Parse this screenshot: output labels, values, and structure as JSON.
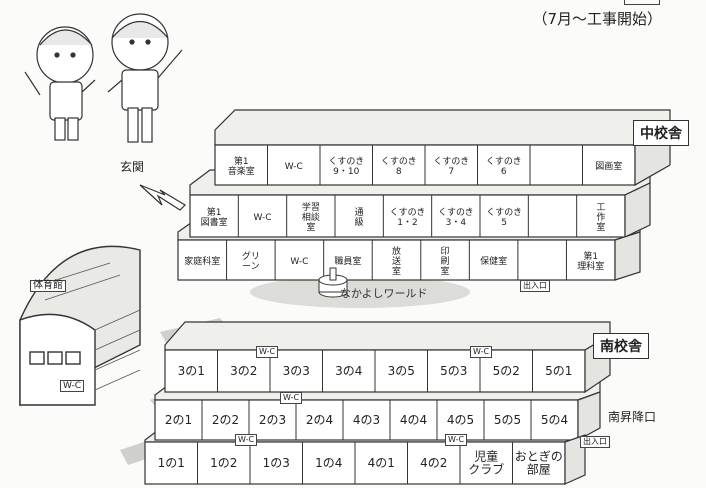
{
  "header": {
    "note": "（7月～工事開始）"
  },
  "labels": {
    "entrance": "玄関",
    "gym": "体育館",
    "gym_wc": "W-C",
    "naka_world": "なかよしワールド",
    "exit_naka": "出入口",
    "exit_south": "出入口",
    "south_entrance": "南昇降口",
    "naka_building": "中校舎",
    "south_building": "南校舎"
  },
  "naka": {
    "row3": [
      {
        "id": "r3-0",
        "label": "第1\n音楽室"
      },
      {
        "id": "r3-1",
        "label": "W-C"
      },
      {
        "id": "r3-2",
        "label": "くすのき\n9・10"
      },
      {
        "id": "r3-3",
        "label": "くすのき\n8"
      },
      {
        "id": "r3-4",
        "label": "くすのき\n7"
      },
      {
        "id": "r3-5",
        "label": "くすのき\n6"
      },
      {
        "id": "r3-6",
        "label": ""
      },
      {
        "id": "r3-7",
        "label": "図画室"
      }
    ],
    "row2": [
      {
        "id": "r2-0",
        "label": "第1\n図書室"
      },
      {
        "id": "r2-1",
        "label": "W-C"
      },
      {
        "id": "r2-2",
        "label": "学習\n相談\n室"
      },
      {
        "id": "r2-3",
        "label": "通\n級"
      },
      {
        "id": "r2-4",
        "label": "くすのき\n1・2"
      },
      {
        "id": "r2-5",
        "label": "くすのき\n3・4"
      },
      {
        "id": "r2-6",
        "label": "くすのき\n5"
      },
      {
        "id": "r2-7",
        "label": ""
      },
      {
        "id": "r2-8",
        "label": "工\n作\n室"
      }
    ],
    "row1": [
      {
        "id": "r1-0",
        "label": "家庭科室"
      },
      {
        "id": "r1-1",
        "label": "グリ\nーン"
      },
      {
        "id": "r1-2",
        "label": "W-C"
      },
      {
        "id": "r1-3",
        "label": "職員室"
      },
      {
        "id": "r1-4",
        "label": "放\n送\n室"
      },
      {
        "id": "r1-5",
        "label": "印\n刷\n室"
      },
      {
        "id": "r1-6",
        "label": "保健室"
      },
      {
        "id": "r1-7",
        "label": ""
      },
      {
        "id": "r1-8",
        "label": "第1\n理科室"
      }
    ]
  },
  "south": {
    "row3": [
      "3の1",
      "3の2",
      "3の3",
      "3の4",
      "3の5",
      "5の3",
      "5の2",
      "5の1"
    ],
    "row2": [
      "2の1",
      "2の2",
      "2の3",
      "2の4",
      "4の3",
      "4の4",
      "4の5",
      "5の5",
      "5の4"
    ],
    "row1": [
      "1の1",
      "1の2",
      "1の3",
      "1の4",
      "4の1",
      "4の2",
      "児童\nクラブ",
      "おとぎの\n部屋"
    ],
    "wc_tags": [
      "W-C",
      "W-C",
      "W-C",
      "W-C",
      "W-C"
    ]
  },
  "colors": {
    "line": "#333333",
    "roof": "#f1f1ee",
    "front": "#ffffff",
    "path": "#c9c9c6"
  }
}
